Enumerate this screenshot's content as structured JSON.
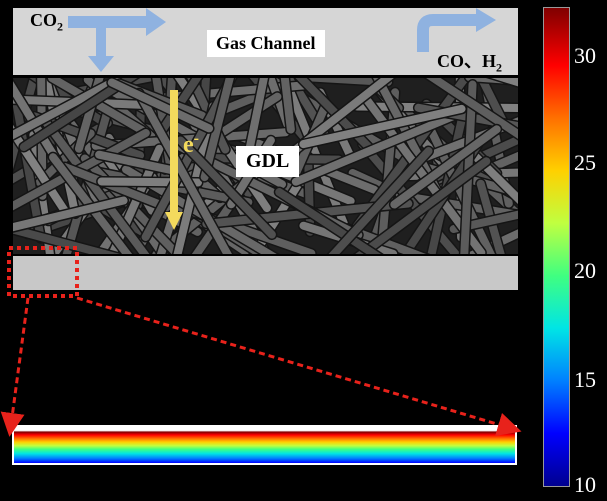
{
  "labels": {
    "co2": "CO",
    "co2_sub": "2",
    "gas_channel": "Gas Channel",
    "outlet": "CO、H",
    "outlet_sub": "2",
    "electron": "e",
    "electron_sup": "-",
    "gdl": "GDL"
  },
  "colorbar": {
    "ticks": [
      "30",
      "25",
      "20",
      "15",
      "10"
    ]
  }
}
